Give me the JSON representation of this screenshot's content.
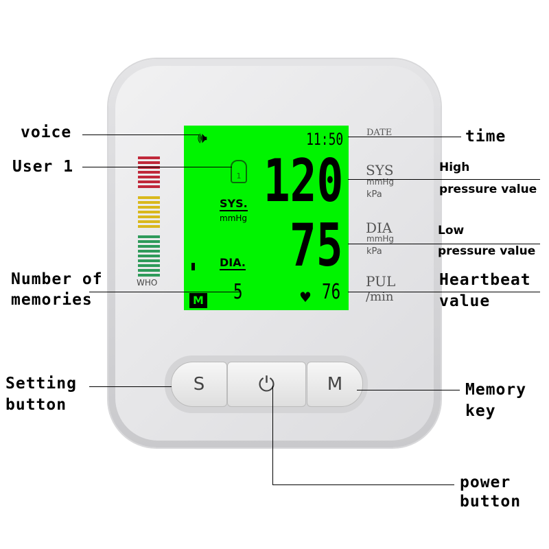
{
  "callouts": {
    "voice": "voice",
    "user": "User 1",
    "memories_1": "Number of",
    "memories_2": "memories",
    "setting_1": "Setting",
    "setting_2": "button",
    "time": "time",
    "high_1": "High",
    "high_2": "pressure value",
    "low_1": "Low",
    "low_2": "pressure value",
    "heartbeat_1": "Heartbeat",
    "heartbeat_2": "value",
    "memory_1": "Memory",
    "memory_2": "key",
    "power_1": "power",
    "power_2": "button"
  },
  "lcd": {
    "time": "11:50",
    "user_number": "1",
    "sys_label": "SYS.",
    "sys_unit": "mmHg",
    "dia_label": "DIA.",
    "systolic": "120",
    "diastolic": "75",
    "memory_count": "5",
    "memory_badge": "M",
    "pulse": "76",
    "background": "#00f400"
  },
  "panel": {
    "date": "DATE",
    "sys": "SYS",
    "sys_unit1": "mmHg",
    "sys_unit2": "kPa",
    "dia": "DIA",
    "dia_unit1": "mmHg",
    "dia_unit2": "kPa",
    "pul": "PUL",
    "pul_unit": "/min",
    "who": "WHO"
  },
  "who_scale": {
    "red": "#c0283a",
    "yellow": "#d9b81c",
    "green": "#2e9a5a"
  },
  "buttons": {
    "setting": "S",
    "memory": "M"
  }
}
